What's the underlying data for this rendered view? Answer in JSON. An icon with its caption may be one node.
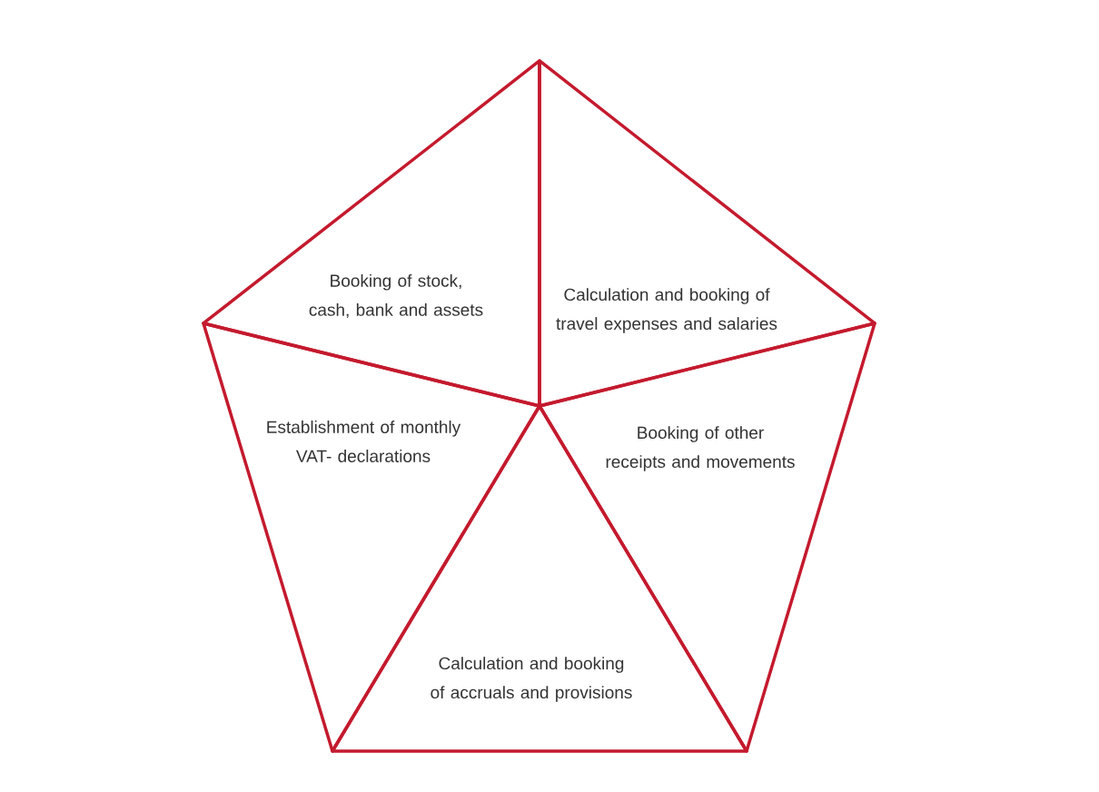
{
  "diagram": {
    "nodes": [
      {
        "text": [
          "Booking of stock, cash, bank and assets"
        ]
      },
      {
        "text": [
          "Calculation and booking of travel expenses and salaries"
        ]
      },
      {
        "text": [
          "Establishment of monthly VAT- declarations"
        ]
      },
      {
        "text": [
          "Booking of other receipts and movements"
        ]
      },
      {
        "text": [
          "Calculation and booking of accruals and provisions"
        ]
      }
    ]
  }
}
